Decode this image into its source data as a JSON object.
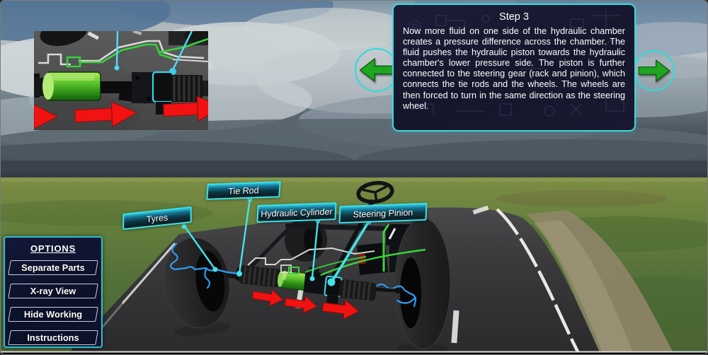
{
  "step_panel": {
    "title": "Step 3",
    "body": "Now more fluid on one side of the hydraulic chamber creates a pressure difference across the chamber. The fluid pushes the hydraulic piston towards the hydraulic chamber's lower pressure side. The piston is further connected to the steering gear (rack and pinion), which connects the tie rods and the wheels. The wheels are then forced to turn in the same direction as the steering wheel."
  },
  "navigation": {
    "previous_icon": "arrow-left-icon",
    "next_icon": "arrow-right-icon",
    "arrow_color": "#1fa51f",
    "ring_color": "#29ddd9"
  },
  "scene": {
    "labels": [
      {
        "text": "Tyres"
      },
      {
        "text": "Tie Rod"
      },
      {
        "text": "Hydraulic Cylinder"
      },
      {
        "text": "Steering Pinion"
      }
    ],
    "flow_arrow_color": "#f21212",
    "highlight_colors": {
      "hydraulic_green": "#3bd23c",
      "selection_cyan": "#41dfe8",
      "wire_blue": "#2f9df2"
    }
  },
  "options_panel": {
    "title": "OPTIONS",
    "buttons": [
      {
        "label": "Separate Parts"
      },
      {
        "label": "X-ray View"
      },
      {
        "label": "Hide Working"
      },
      {
        "label": "Instructions"
      }
    ]
  }
}
